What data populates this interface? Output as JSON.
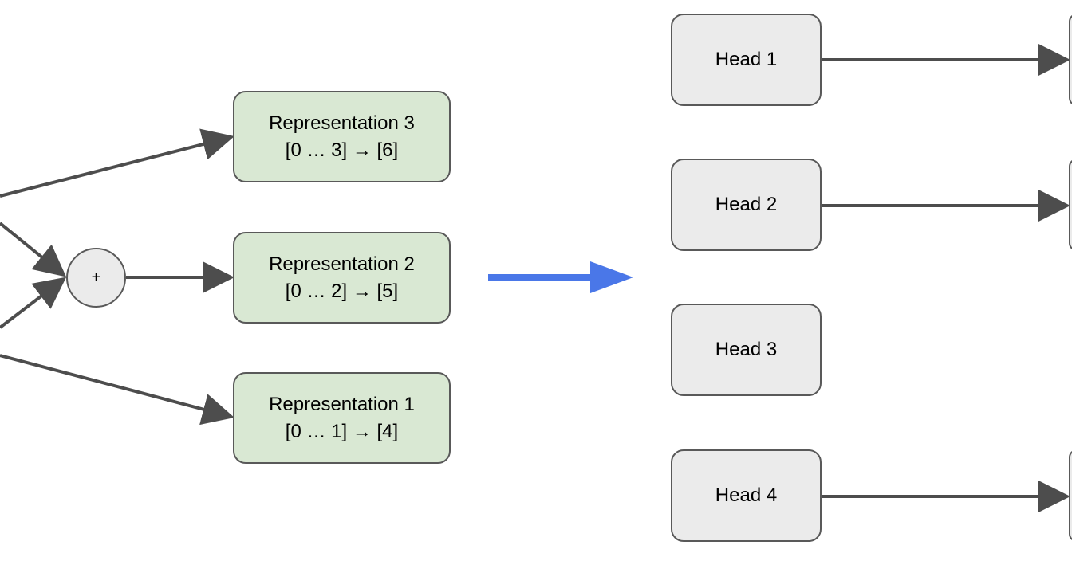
{
  "representations": [
    {
      "title": "Representation 3",
      "range": "[0 … 3] → [6]"
    },
    {
      "title": "Representation 2",
      "range": "[0 … 2] → [5]"
    },
    {
      "title": "Representation 1",
      "range": "[0 … 1] → [4]"
    }
  ],
  "sum_symbol": "+",
  "heads": [
    "Head 1",
    "Head 2",
    "Head 3",
    "Head 4"
  ],
  "colors": {
    "representation_fill": "#d9e8d3",
    "head_fill": "#ebebeb",
    "stroke": "#595959",
    "transition_arrow": "#4a77e8"
  }
}
